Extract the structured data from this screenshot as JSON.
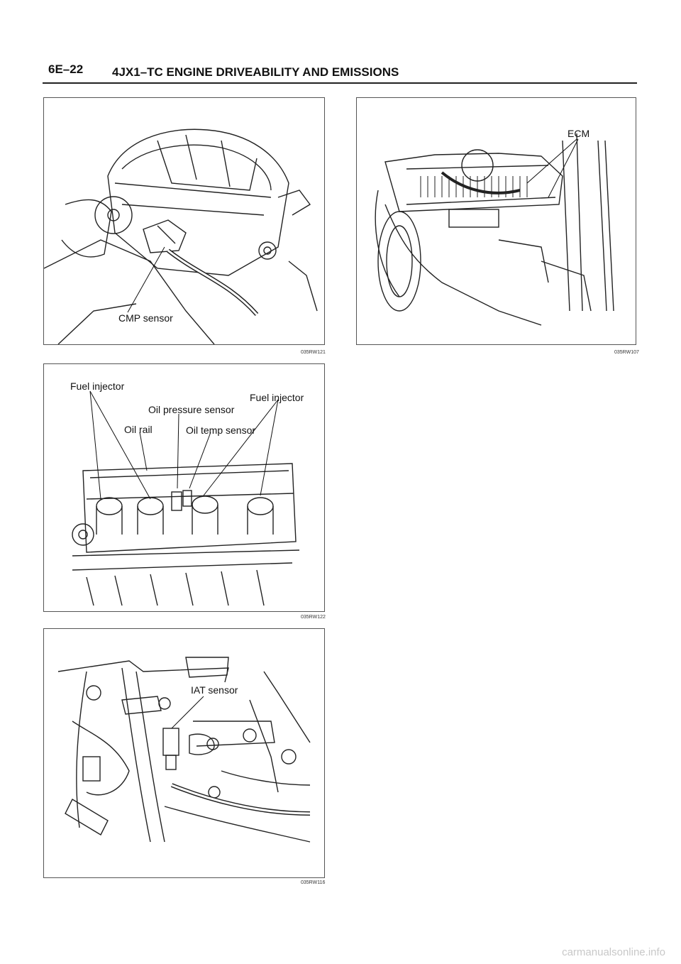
{
  "header": {
    "page_number": "6E–22",
    "title": "4JX1–TC ENGINE DRIVEABILITY AND EMISSIONS"
  },
  "figures": {
    "cmp": {
      "label": "CMP sensor",
      "id": "035RW121"
    },
    "ecm": {
      "label": "ECM",
      "id": "035RW107"
    },
    "injectors": {
      "labels": {
        "fuel_injector_left": "Fuel injector",
        "oil_pressure_sensor": "Oil pressure sensor",
        "fuel_injector_right": "Fuel injector",
        "oil_rail": "Oil rail",
        "oil_temp_sensor": "Oil temp sensor"
      },
      "id": "035RW122"
    },
    "iat": {
      "label": "IAT sensor",
      "id": "035RW116"
    }
  },
  "watermark": "carmanualsonline.info"
}
